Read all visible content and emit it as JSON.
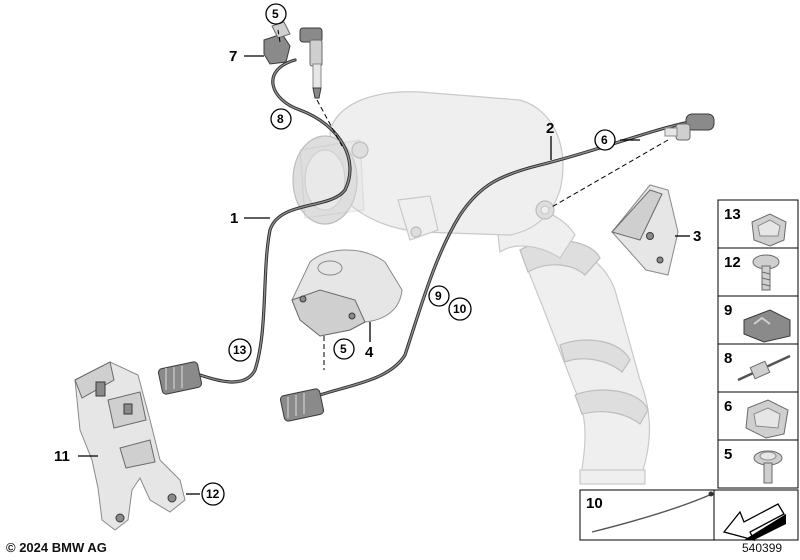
{
  "callouts": {
    "c1": "1",
    "c2": "2",
    "c3": "3",
    "c4": "4",
    "c5_top": "5",
    "c5_mid": "5",
    "c6": "6",
    "c7": "7",
    "c8": "8",
    "c9": "9",
    "c10": "10",
    "c11": "11",
    "c12": "12",
    "c13": "13"
  },
  "legend": {
    "items": [
      "13",
      "12",
      "9",
      "8",
      "6",
      "5"
    ],
    "bottom_label": "10"
  },
  "footer": {
    "copyright": "© 2024 BMW AG",
    "diagram_id": "540399"
  },
  "colors": {
    "ghost_part": "#efefef",
    "metal_part": "#cfcfcf",
    "wire": "#2d2d2d"
  }
}
